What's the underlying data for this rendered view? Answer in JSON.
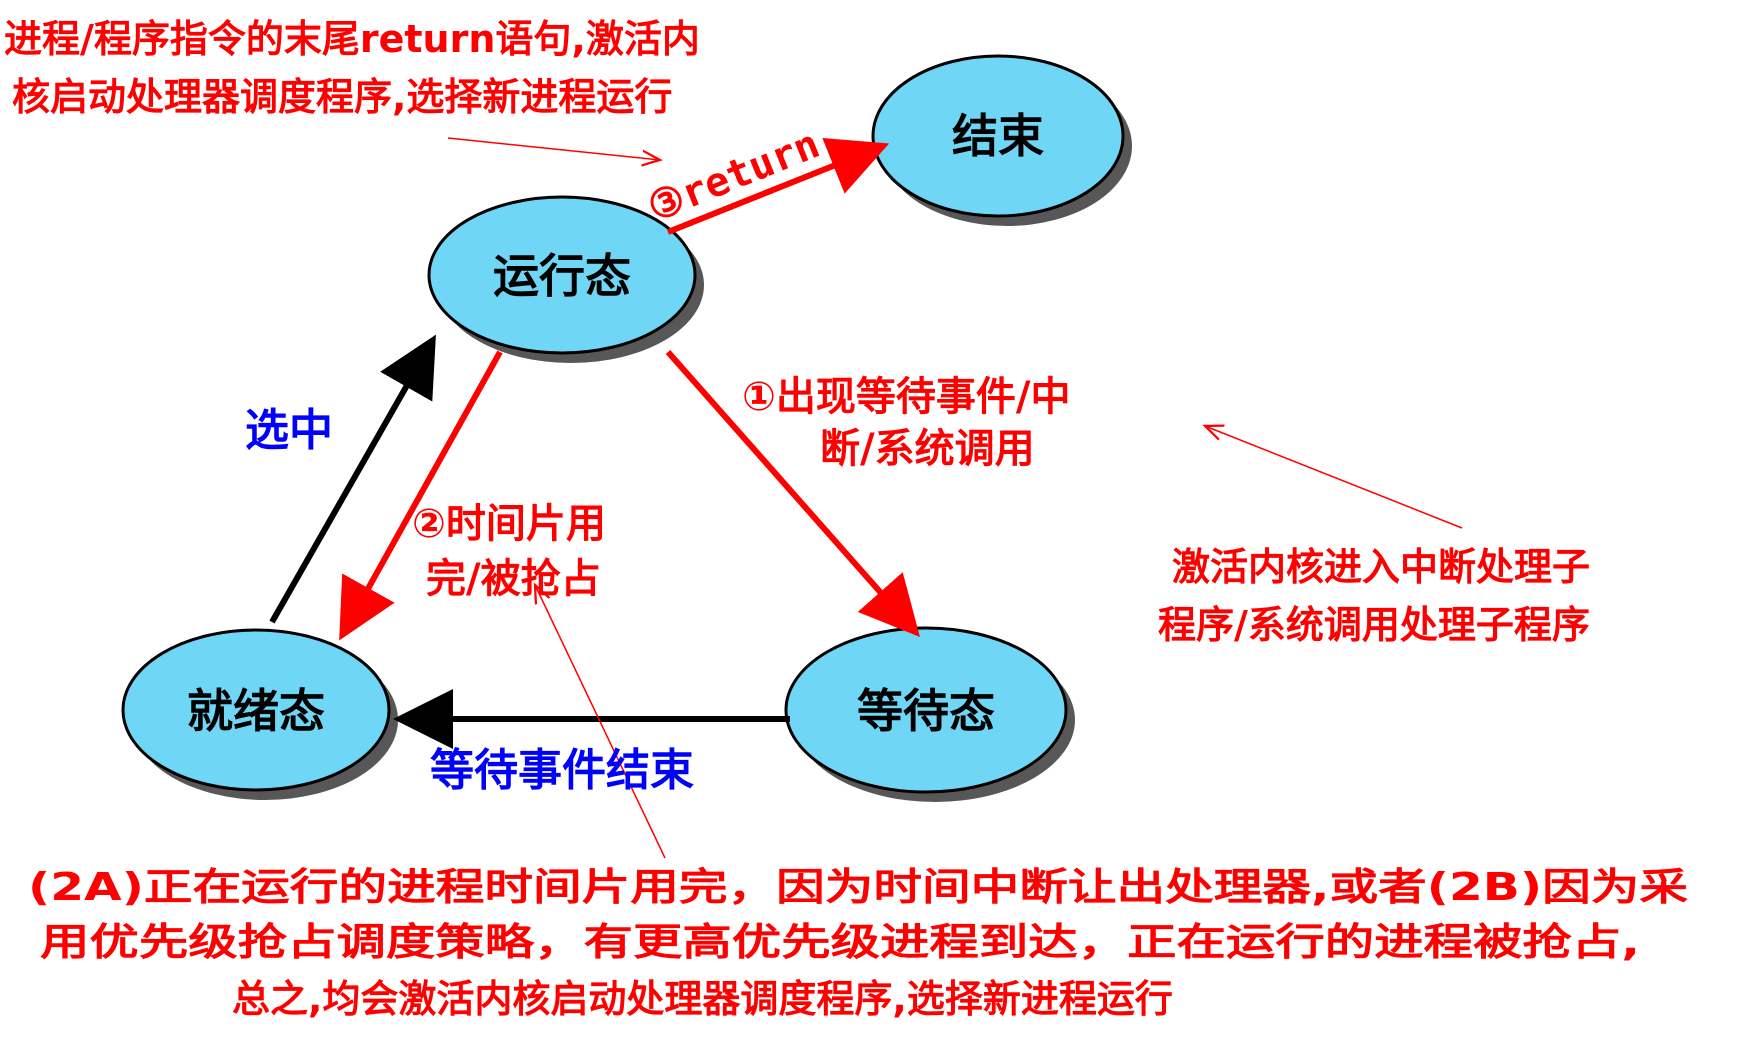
{
  "colors": {
    "state_fill": "#6fd6f5",
    "state_stroke": "#000000",
    "red": "#ff0000",
    "blue": "#0000ff",
    "black": "#000000"
  },
  "states": {
    "end": "结束",
    "running": "运行态",
    "ready": "就绪态",
    "waiting": "等待态"
  },
  "transitions": {
    "return_label": "③return",
    "wait_event_line1": "①出现等待事件/中",
    "wait_event_line2": "断/系统调用",
    "timeslice_line1": "②时间片用",
    "timeslice_line2": "完/被抢占",
    "selected": "选中",
    "event_end": "等待事件结束"
  },
  "notes": {
    "top_line1": "进程/程序指令的末尾return语句,激活内",
    "top_line2": "核启动处理器调度程序,选择新进程运行",
    "right_line1": "激活内核进入中断处理子",
    "right_line2": "程序/系统调用处理子程序",
    "bottom_line1": "(2A)正在运行的进程时间片用完，因为时间中断让出处理器,或者(2B)因为采",
    "bottom_line2": "用优先级抢占调度策略，有更高优先级进程到达，正在运行的进程被抢占,",
    "bottom_line3": "总之,均会激活内核启动处理器调度程序,选择新进程运行"
  }
}
